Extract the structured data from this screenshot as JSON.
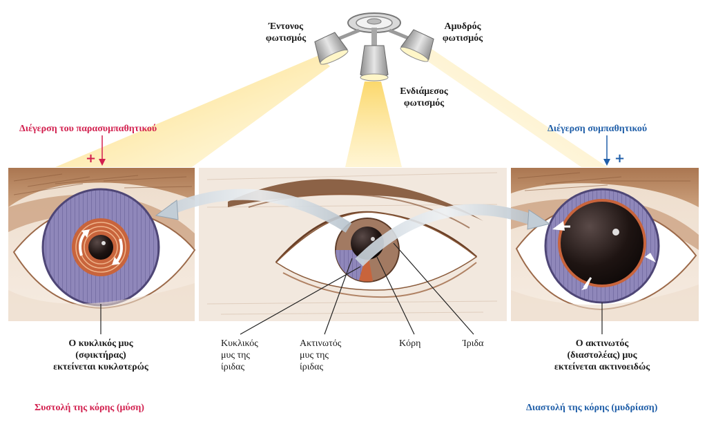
{
  "lighting": {
    "bright": [
      "Έντονος",
      "φωτισμός"
    ],
    "dim": [
      "Αμυδρός",
      "φωτισμός"
    ],
    "medium": [
      "Ενδιάμεσος",
      "φωτισμός"
    ]
  },
  "stimulation": {
    "parasympathetic": "Διέγερση του παρασυμπαθητικού",
    "sympathetic": "Διέγερση συμπαθητικού",
    "plus_sign": "+"
  },
  "left_panel": {
    "caption": [
      "Ο κυκλικός μυς",
      "(σφικτήρας)",
      "εκτείνεται κυκλοτερώς"
    ],
    "result": "Συστολή της κόρης (μύση)"
  },
  "right_panel": {
    "caption": [
      "Ο ακτινωτός",
      "(διαστολέας) μυς",
      "εκτείνεται ακτινοειδώς"
    ],
    "result": "Διαστολή της κόρης (μυδρίαση)"
  },
  "center_labels": {
    "circular_muscle": [
      "Κυκλικός",
      "μυς της",
      "ίριδας"
    ],
    "radial_muscle": [
      "Ακτινωτός",
      "μυς της",
      "ίριδας"
    ],
    "pupil": "Κόρη",
    "iris": "Ίριδα"
  },
  "colors": {
    "parasympathetic": "#d21f4e",
    "sympathetic": "#1f5ea8",
    "iris": "#8e86b8",
    "sphincter": "#c8643c",
    "skin": "#f3e7dc",
    "light_beam": "#f8cf5c"
  }
}
